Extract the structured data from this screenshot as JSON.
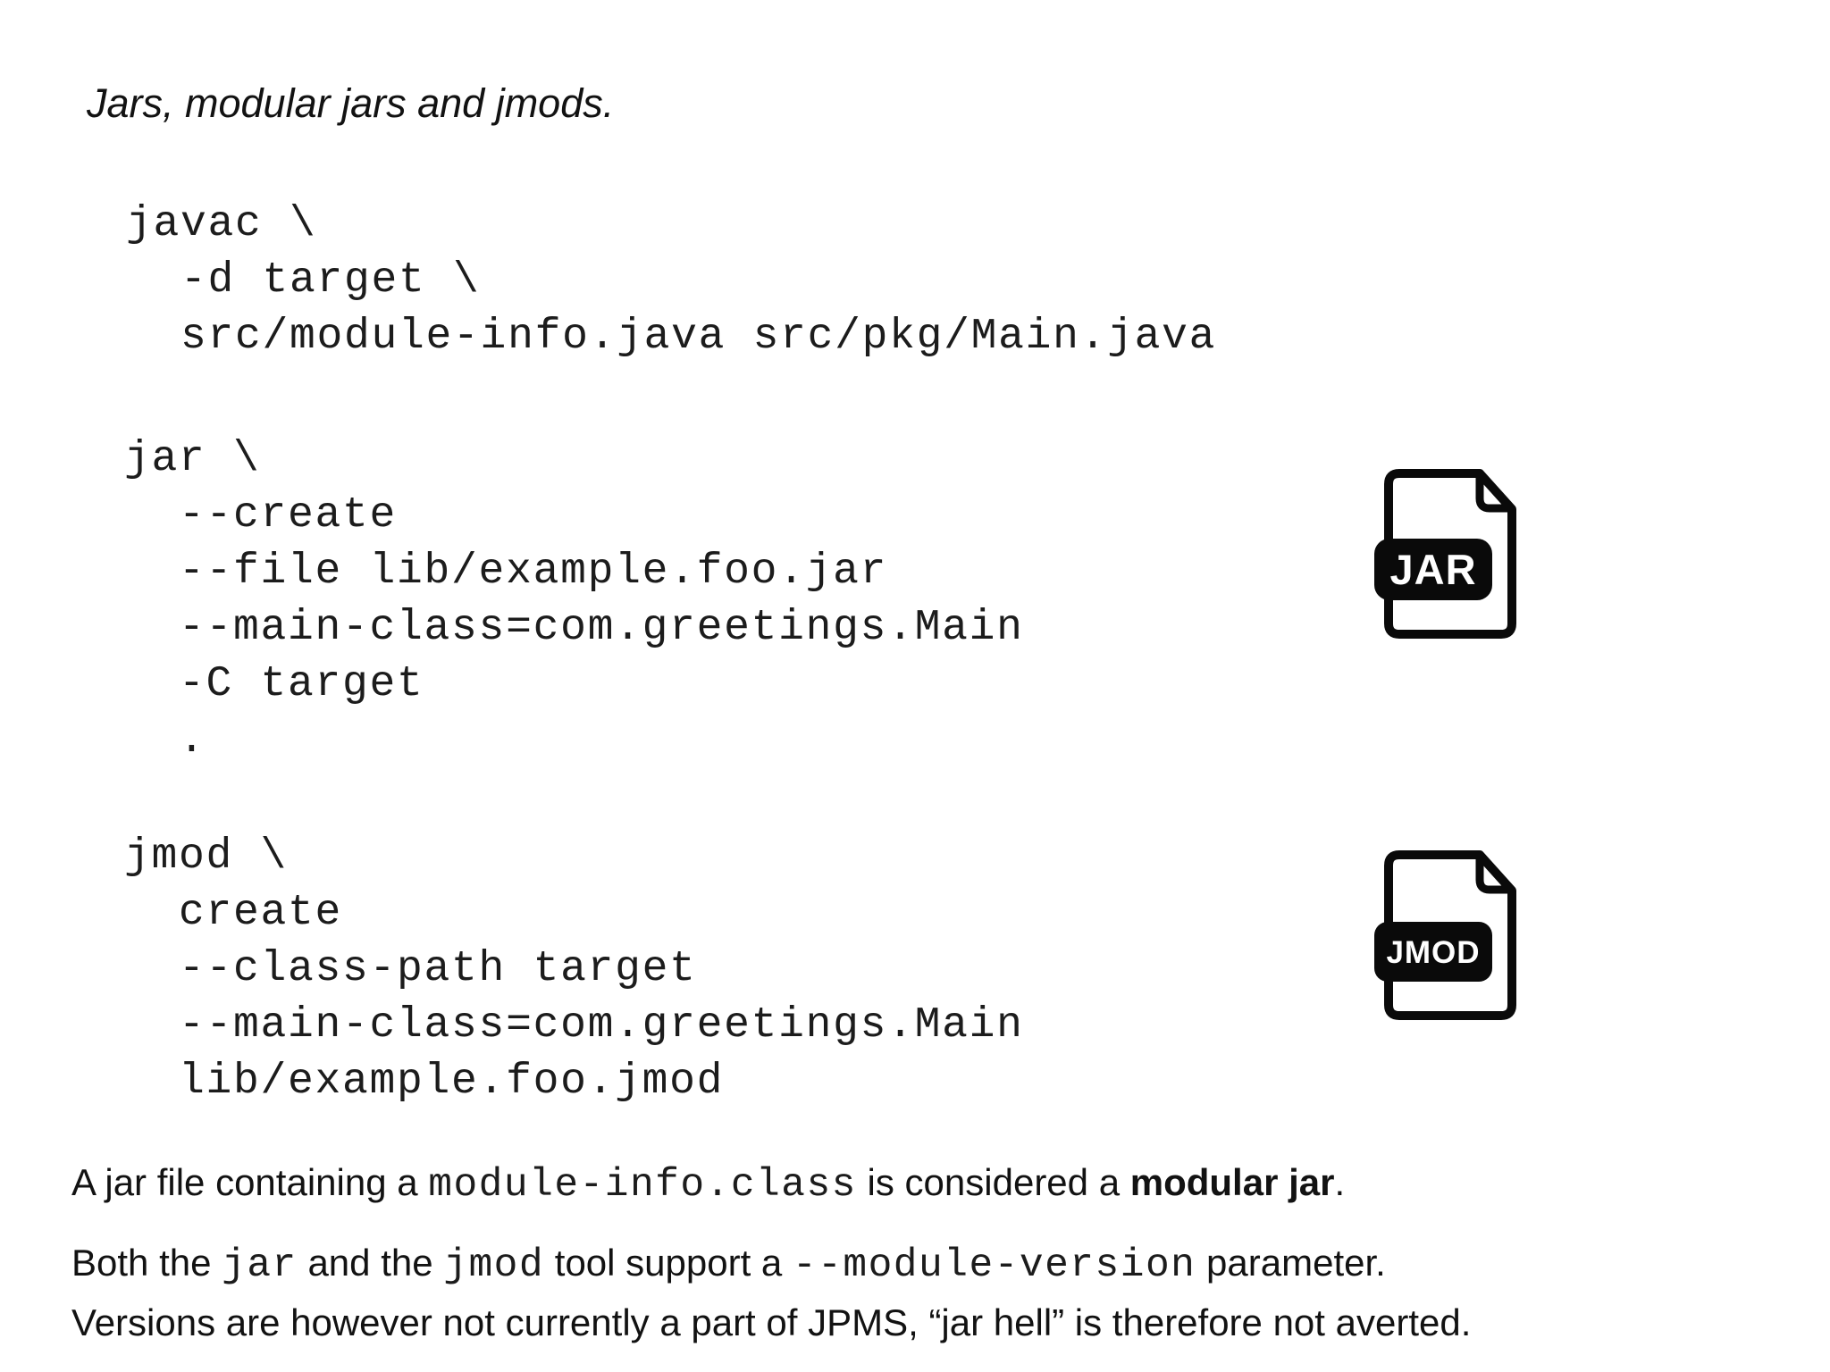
{
  "title": "Jars, modular jars and jmods.",
  "code_blocks": {
    "javac": "javac \\\n  -d target \\\n  src/module-info.java src/pkg/Main.java",
    "jar": "jar \\\n  --create\n  --file lib/example.foo.jar\n  --main-class=com.greetings.Main\n  -C target\n  .",
    "jmod": "jmod \\\n  create\n  --class-path target\n  --main-class=com.greetings.Main\n  lib/example.foo.jmod"
  },
  "icons": {
    "jar": {
      "label": "JAR"
    },
    "jmod": {
      "label": "JMOD"
    }
  },
  "notes": {
    "modular_jar": {
      "t1": "A jar file containing a ",
      "code1": "module-info.class",
      "t2": " is considered a ",
      "bold1": "modular jar",
      "t3": "."
    },
    "module_version": {
      "t1": "Both the ",
      "code1": "jar",
      "t2": " and the ",
      "code2": "jmod",
      "t3": " tool support a ",
      "code3": "--module-version",
      "t4": " parameter.",
      "line2": "Versions are however not currently a part of JPMS, “jar hell” is therefore not averted."
    }
  },
  "colors": {
    "background": "#ffffff",
    "text": "#141414",
    "icon_ink": "#0a0a0a",
    "badge_text": "#ffffff"
  }
}
